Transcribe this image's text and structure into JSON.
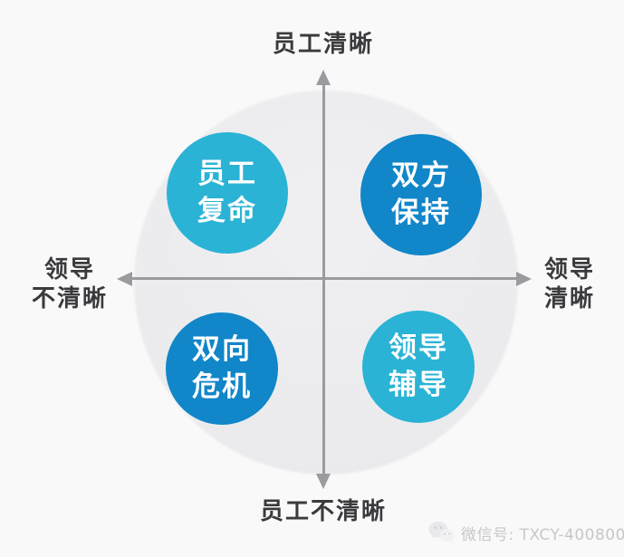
{
  "diagram": {
    "title_concept": "clarity quadrant",
    "axes": {
      "top": "员工清晰",
      "bottom": "员工不清晰",
      "left": [
        "领导",
        "不清晰"
      ],
      "right": [
        "领导",
        "清晰"
      ]
    },
    "quadrants": [
      {
        "position": "top-left",
        "lines": [
          "员工",
          "复命"
        ],
        "color": "#2ab3d5"
      },
      {
        "position": "top-right",
        "lines": [
          "双方",
          "保持"
        ],
        "color": "#1186c9"
      },
      {
        "position": "bottom-left",
        "lines": [
          "双向",
          "危机"
        ],
        "color": "#1186c9"
      },
      {
        "position": "bottom-right",
        "lines": [
          "领导",
          "辅导"
        ],
        "color": "#2ab3d5"
      }
    ],
    "colors": {
      "page_background": "#f9f9fa",
      "field_circle": "#ececee",
      "axis": "#9b9b9f",
      "axis_label_text": "#3a3a3d",
      "quadrant_text": "#ffffff"
    }
  },
  "watermark": {
    "icon": "wechat-icon",
    "label": "微信号: TXCY-400800",
    "color": "#c7c7c9"
  }
}
